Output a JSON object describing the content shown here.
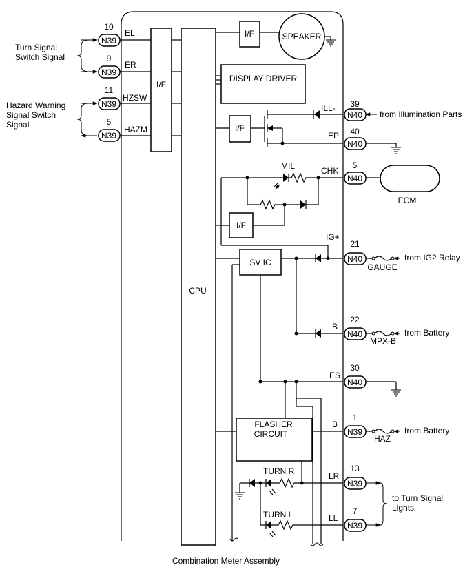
{
  "assembly_label": "Combination Meter Assembly",
  "blocks": {
    "if_left": "I/F",
    "cpu": "CPU",
    "if_speaker": "I/F",
    "speaker": "SPEAKER",
    "display_driver": "DISPLAY DRIVER",
    "if_illumination": "I/F",
    "if_mil": "I/F",
    "sv_ic": "SV IC",
    "flasher_circuit_line1": "FLASHER",
    "flasher_circuit_line2": "CIRCUIT",
    "ecm": "ECM"
  },
  "left_terminals": [
    {
      "pin": "10",
      "connector": "N39",
      "signal": "EL"
    },
    {
      "pin": "9",
      "connector": "N39",
      "signal": "ER"
    },
    {
      "pin": "11",
      "connector": "N39",
      "signal": "HZSW"
    },
    {
      "pin": "5",
      "connector": "N39",
      "signal": "HAZM"
    }
  ],
  "right_terminals": [
    {
      "pin": "39",
      "connector": "N40",
      "signal": "ILL-"
    },
    {
      "pin": "40",
      "connector": "N40",
      "signal": "EP"
    },
    {
      "pin": "5",
      "connector": "N40",
      "signal": "CHK"
    },
    {
      "pin": "21",
      "connector": "N40",
      "signal": "IG+"
    },
    {
      "pin": "22",
      "connector": "N40",
      "signal": "B"
    },
    {
      "pin": "30",
      "connector": "N40",
      "signal": "ES"
    },
    {
      "pin": "1",
      "connector": "N39",
      "signal": "B"
    },
    {
      "pin": "13",
      "connector": "N39",
      "signal": "LR"
    },
    {
      "pin": "7",
      "connector": "N39",
      "signal": "LL"
    }
  ],
  "external_labels": {
    "turn_signal_switch_line1": "Turn Signal",
    "turn_signal_switch_line2": "Switch Signal",
    "hazard_switch_line1": "Hazard Warning",
    "hazard_switch_line2": "Signal Switch",
    "hazard_switch_line3": "Signal",
    "from_illumination": "from Illumination Parts",
    "from_ig2": "from IG2 Relay",
    "from_battery_1": "from Battery",
    "from_battery_2": "from Battery",
    "to_turn_lights_line1": "to Turn Signal",
    "to_turn_lights_line2": "Lights"
  },
  "fuses": {
    "gauge": "GAUGE",
    "mpx_b": "MPX-B",
    "haz": "HAZ"
  },
  "indicators": {
    "mil": "MIL",
    "turn_r": "TURN R",
    "turn_l": "TURN L"
  }
}
